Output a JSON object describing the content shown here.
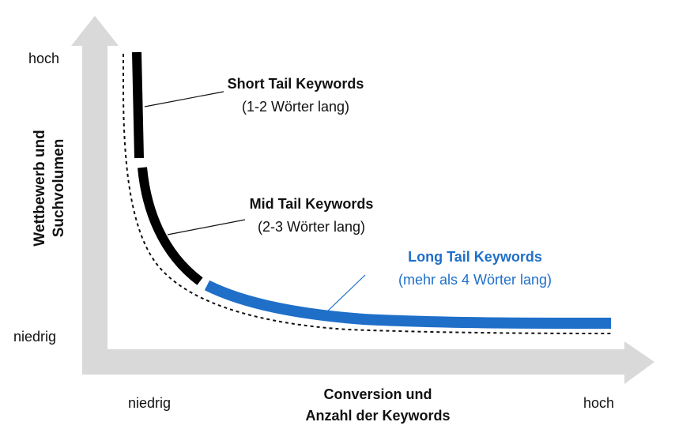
{
  "y_axis": {
    "label_line1": "Wettbewerb und",
    "label_line2": "Suchvolumen",
    "high": "hoch",
    "low": "niedrig"
  },
  "x_axis": {
    "label_line1": "Conversion und",
    "label_line2": "Anzahl der Keywords",
    "low": "niedrig",
    "high": "hoch"
  },
  "segments": [
    {
      "title": "Short Tail Keywords",
      "subtitle": "(1-2 Wörter lang)",
      "color": "#000000"
    },
    {
      "title": "Mid Tail Keywords",
      "subtitle": "(2-3 Wörter lang)",
      "color": "#000000"
    },
    {
      "title": "Long Tail Keywords",
      "subtitle": "(mehr als 4 Wörter lang)",
      "color": "#1f6fc9"
    }
  ],
  "colors": {
    "axis": "#d9d9d9",
    "text": "#111111",
    "accent": "#1f6fc9"
  }
}
